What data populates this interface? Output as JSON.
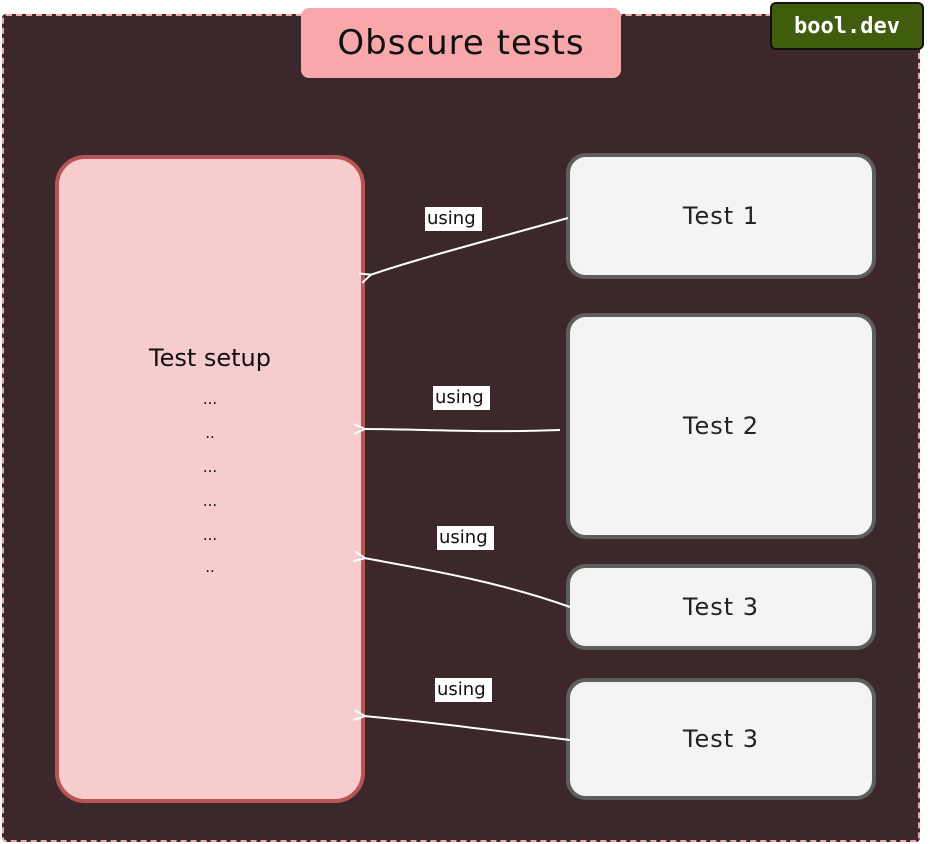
{
  "diagram": {
    "title": "Obscure tests",
    "brand": "bool.dev",
    "setup": {
      "title": "Test setup",
      "lines": [
        "...",
        "..",
        "...",
        "...",
        "...",
        ".."
      ]
    },
    "tests": [
      "Test 1",
      "Test 2",
      "Test 3",
      "Test 3"
    ],
    "edge_label": "using",
    "colors": {
      "background": "#3c282a",
      "title_fill": "#f8a8aa",
      "brand_fill": "#3f5d0c",
      "setup_fill": "#f6cccd",
      "setup_stroke": "#b75556",
      "test_fill": "#f4f4f4",
      "test_stroke": "#5e5e5e",
      "arrow": "#ffffff"
    }
  }
}
